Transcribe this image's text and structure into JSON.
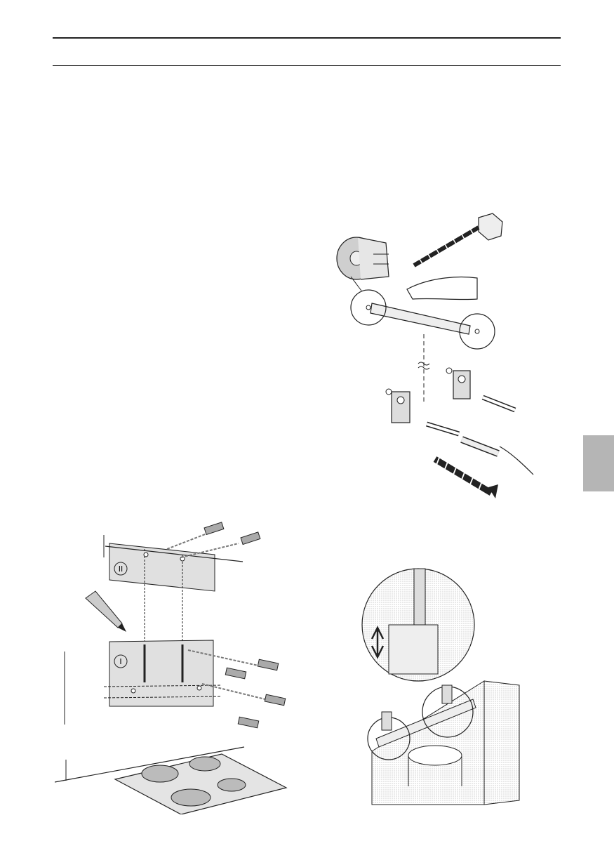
{
  "page": {
    "header_rules": 2,
    "side_tab_color": "#b5b5b5"
  },
  "figures": {
    "wall_template": {
      "template_labels": [
        "II",
        "I"
      ]
    }
  }
}
